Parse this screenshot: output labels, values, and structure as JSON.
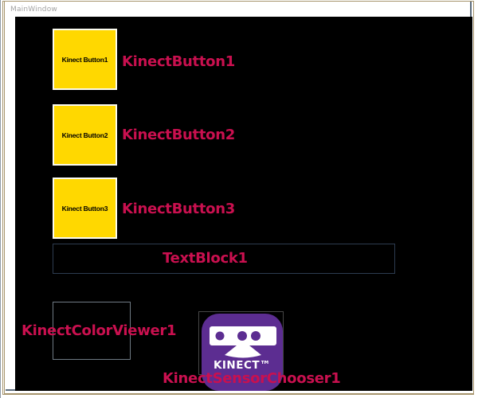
{
  "window": {
    "title": "MainWindow"
  },
  "client": {
    "buttons": [
      {
        "text": "Kinect Button1",
        "label": "KinectButton1"
      },
      {
        "text": "Kinect Button2",
        "label": "KinectButton2"
      },
      {
        "text": "Kinect Button3",
        "label": "KinectButton3"
      }
    ],
    "textblock": {
      "label": "TextBlock1"
    },
    "color_viewer": {
      "label": "KinectColorViewer1"
    },
    "sensor_chooser": {
      "label": "KinectSensorChooser1",
      "icon_text": "KINECT™"
    }
  },
  "colors": {
    "button_background": "#FFD800",
    "label_accent": "#C9104F",
    "icon_purple": "#5C2D91",
    "client_background": "#000000",
    "title_text": "#A2A2A2"
  }
}
